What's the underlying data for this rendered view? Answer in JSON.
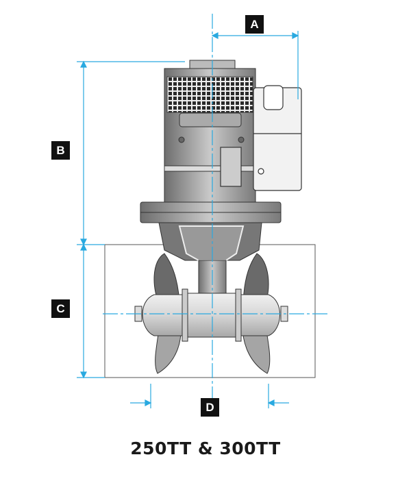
{
  "labels": {
    "a": "A",
    "b": "B",
    "c": "C",
    "d": "D"
  },
  "caption": "250TT & 300TT",
  "colors": {
    "dimension": "#29a9e0",
    "body": "#8a8a8a",
    "outline": "#333333"
  }
}
